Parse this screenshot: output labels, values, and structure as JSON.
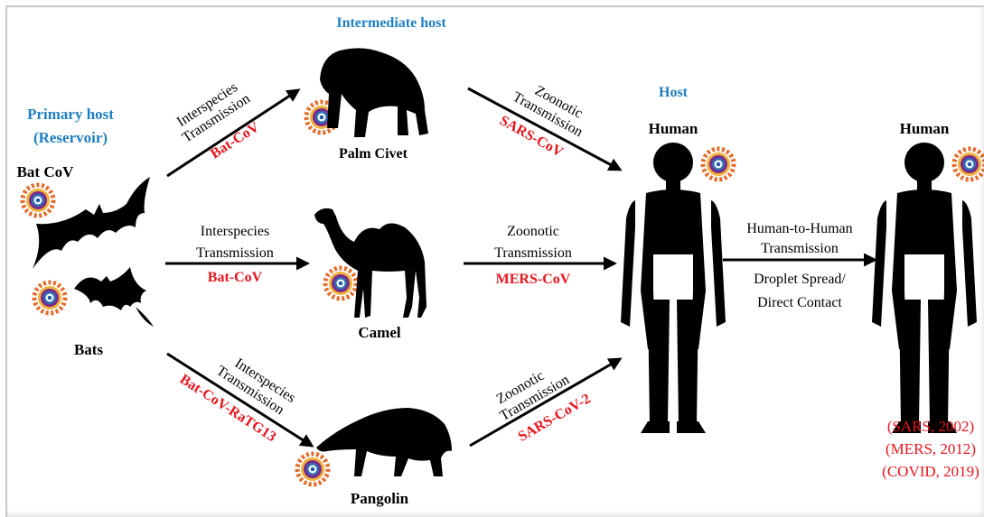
{
  "labels": {
    "intermediate_host": "Intermediate host",
    "host": "Host",
    "primary_host_1": "Primary host",
    "primary_host_2": "(Reservoir)",
    "bat_cov": "Bat CoV",
    "bats": "Bats",
    "palm_civet": "Palm Civet",
    "camel": "Camel",
    "pangolin": "Pangolin",
    "human_1": "Human",
    "human_2": "Human"
  },
  "arrows": {
    "interspecies": "Interspecies",
    "transmission": "Transmission",
    "zoonotic": "Zoonotic",
    "bat_cov_label": "Bat-CoV",
    "bat_cov_ratg13": "Bat-CoV-RaTG13",
    "sars_cov": "SARS-CoV",
    "mers_cov": "MERS-CoV",
    "sars_cov_2": "SARS-CoV-2",
    "h2h_1": "Human-to-Human",
    "h2h_2": "Transmission",
    "h2h_3": "Droplet Spread/",
    "h2h_4": "Direct Contact"
  },
  "outbreaks": [
    "(SARS, 2002)",
    "(MERS, 2012)",
    "(COVID, 2019)"
  ],
  "colors": {
    "heading_blue": "#1f7fc4",
    "virus_red": "#e8141c",
    "black": "#000000"
  }
}
